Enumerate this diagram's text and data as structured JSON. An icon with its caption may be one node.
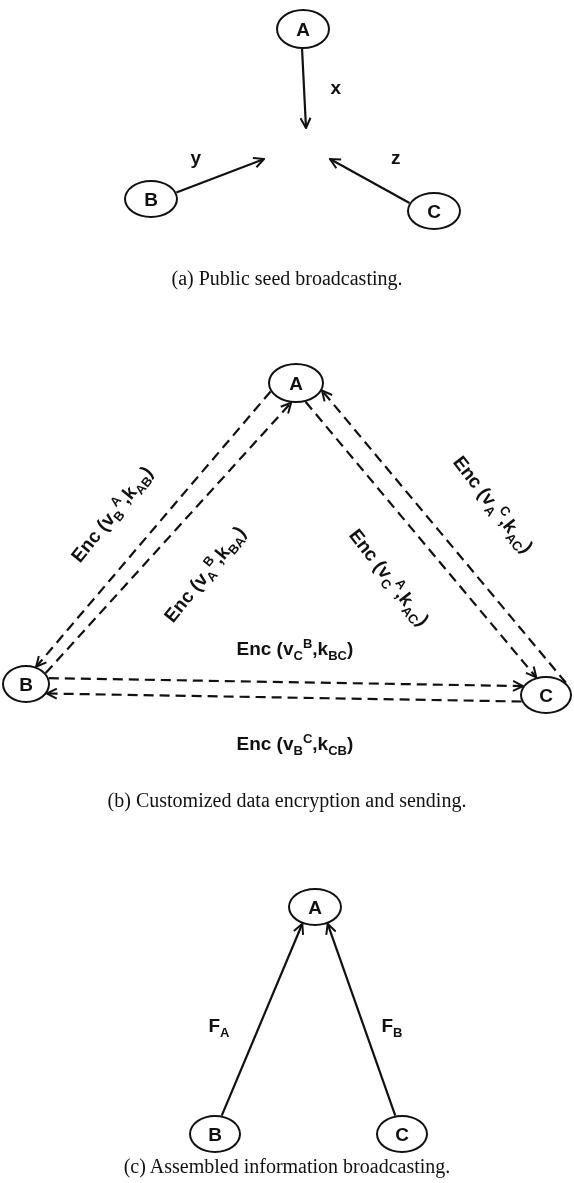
{
  "diagram": {
    "nodes": [
      {
        "text": [
          "A"
        ]
      },
      {
        "text": [
          "B"
        ]
      },
      {
        "text": [
          "C"
        ]
      },
      {
        "text": [
          "A"
        ]
      },
      {
        "text": [
          "B"
        ]
      },
      {
        "text": [
          "C"
        ]
      },
      {
        "text": [
          "A"
        ]
      },
      {
        "text": [
          "B"
        ]
      },
      {
        "text": [
          "C"
        ]
      }
    ],
    "edges": [
      {
        "from": 0,
        "to": null,
        "arrow": "to",
        "label": "x"
      },
      {
        "from": 1,
        "to": null,
        "arrow": "to",
        "label": "y"
      },
      {
        "from": 2,
        "to": null,
        "arrow": "to",
        "label": "z"
      },
      {
        "from": 3,
        "to": 4,
        "arrow": "to",
        "style": "dashed",
        "label": "Enc (v$_{B}$$^{A}$,k$_{AB}$)"
      },
      {
        "from": 4,
        "to": 3,
        "arrow": "to",
        "style": "dashed",
        "label": "Enc (v$_{A}$$^{B}$,k$_{BA}$)"
      },
      {
        "from": 3,
        "to": 5,
        "arrow": "to",
        "style": "dashed",
        "label": "Enc (v$_{C}$$^{A}$,k$_{AC}$)"
      },
      {
        "from": 5,
        "to": 3,
        "arrow": "to",
        "style": "dashed",
        "label": "Enc (v$_{A}$$^{C}$,k$_{AC}$)"
      },
      {
        "from": 4,
        "to": 5,
        "arrow": "to",
        "style": "dashed",
        "label": "Enc (v$_{C}$$^{B}$,k$_{BC}$)"
      },
      {
        "from": 5,
        "to": 4,
        "arrow": "to",
        "style": "dashed",
        "label": "Enc (v$_{B}$$^{C}$,k$_{CB}$)"
      },
      {
        "from": 7,
        "to": 6,
        "arrow": "to",
        "label": "F$_{A}$"
      },
      {
        "from": 8,
        "to": 6,
        "arrow": "to",
        "label": "F$_{B}$"
      }
    ],
    "labels": [
      "(a) Public seed broadcasting.",
      "(b) Customized data encryption and sending.",
      "(c) Assembled information broadcasting."
    ]
  }
}
